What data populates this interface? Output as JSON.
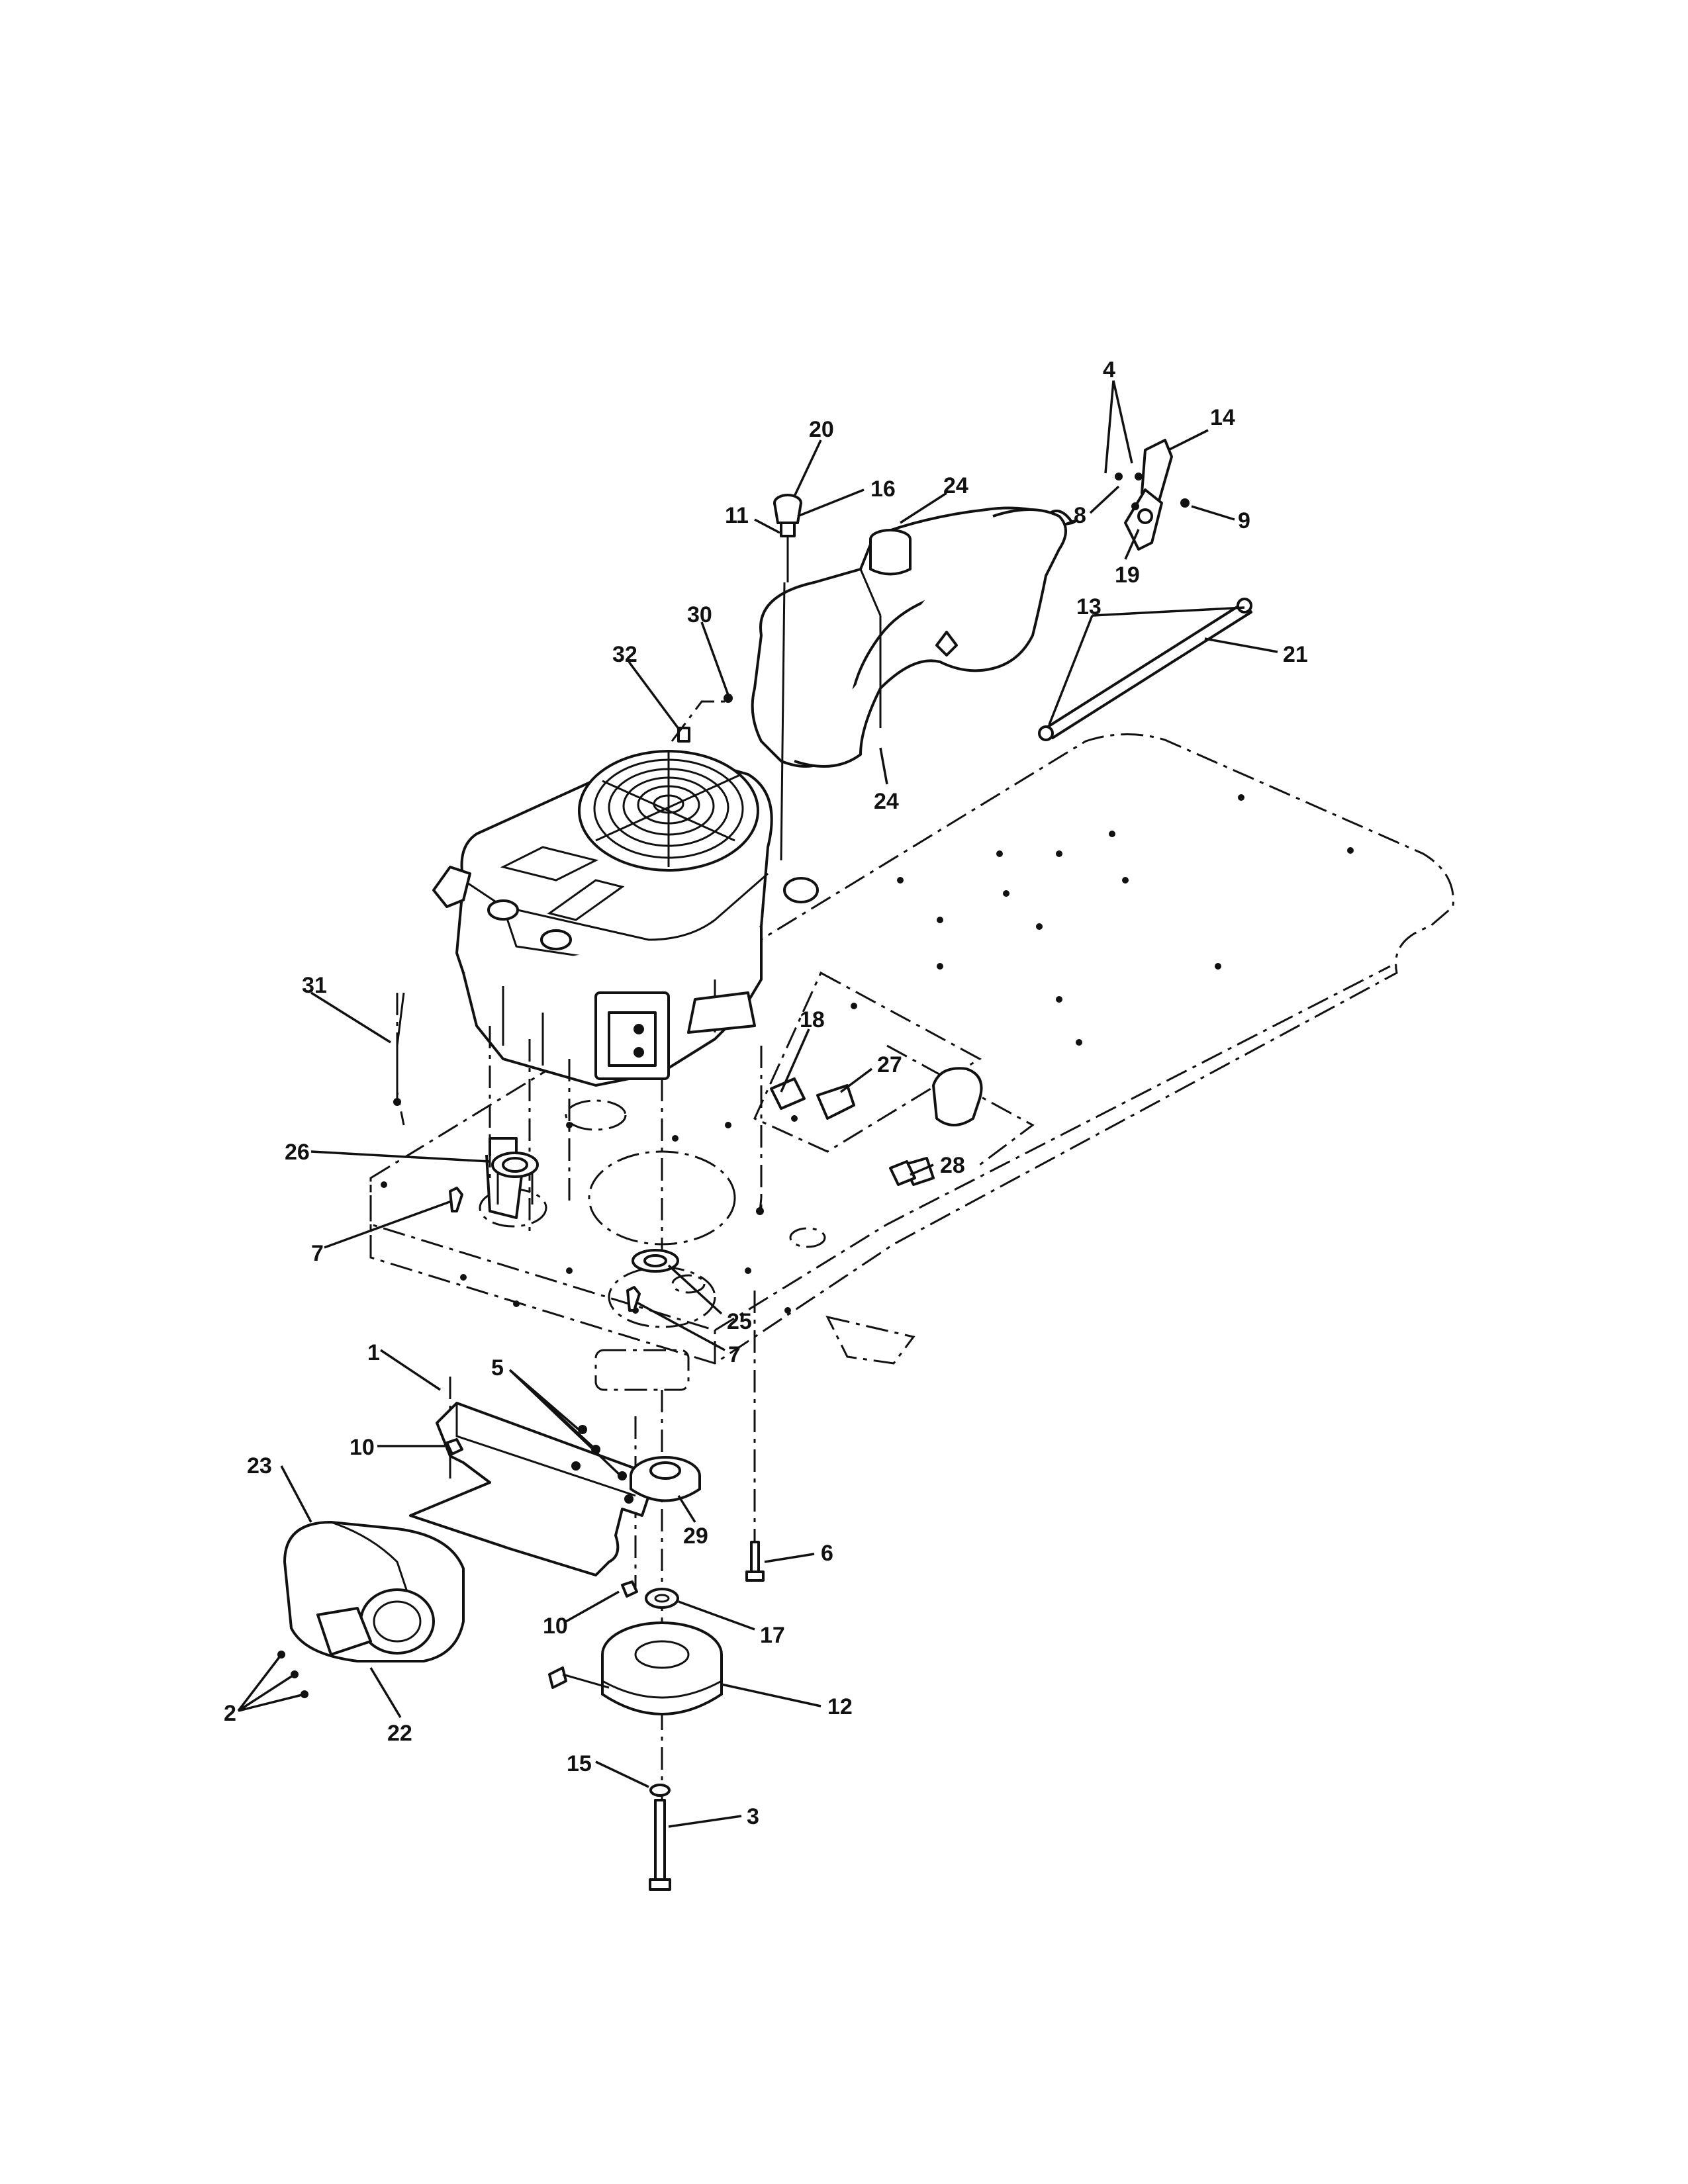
{
  "callouts": [
    "1",
    "2",
    "3",
    "4",
    "5",
    "6",
    "7",
    "7",
    "8",
    "9",
    "10",
    "10",
    "11",
    "12",
    "13",
    "14",
    "15",
    "16",
    "17",
    "18",
    "19",
    "20",
    "21",
    "22",
    "23",
    "24",
    "24",
    "25",
    "26",
    "27",
    "28",
    "29",
    "30",
    "31",
    "32"
  ]
}
